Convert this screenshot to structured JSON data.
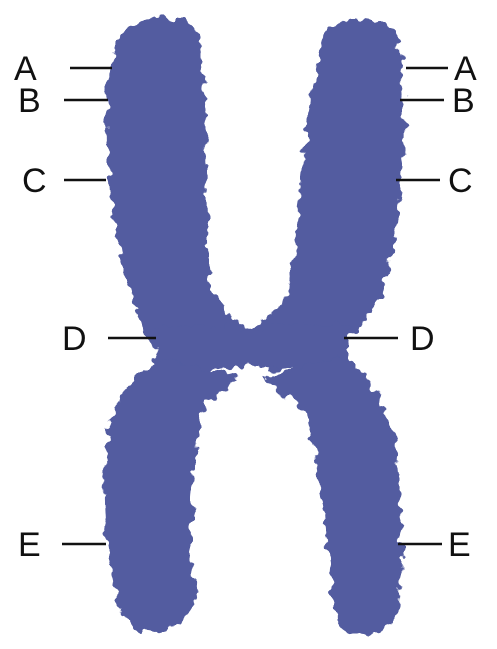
{
  "diagram": {
    "chromosome_color": "#525ca0",
    "labels_left": [
      "A",
      "B",
      "C",
      "D",
      "E"
    ],
    "labels_right": [
      "A",
      "B",
      "C",
      "D",
      "E"
    ]
  }
}
